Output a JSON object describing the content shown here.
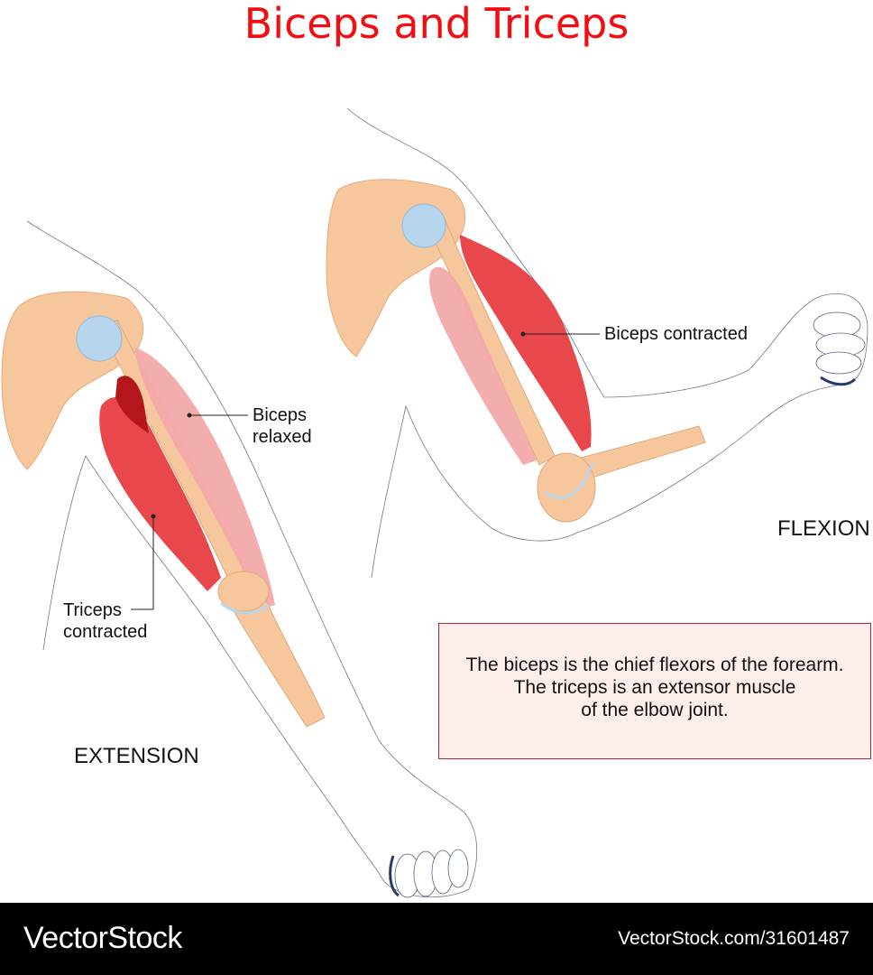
{
  "title": "Biceps and Triceps",
  "labels": {
    "biceps_relaxed": [
      "Biceps",
      "relaxed"
    ],
    "triceps_contracted": [
      "Triceps",
      "contracted"
    ],
    "biceps_contracted": "Biceps contracted"
  },
  "modes": {
    "extension": "EXTENSION",
    "flexion": "FLEXION"
  },
  "note": [
    "The biceps is the chief flexors of the forearm.",
    "The triceps is an extensor muscle",
    "of the elbow joint."
  ],
  "footer": {
    "brand": "VectorStock",
    "image_id": "VectorStock.com/31601487"
  },
  "colors": {
    "title": "#f20d12",
    "muscle_contracted": "#e8474c",
    "muscle_relaxed": "#f2a9a9",
    "bone": "#f6c79c",
    "joint": "#b7d6ee",
    "note_background": "#fdeeea",
    "note_border": "#b3262d",
    "footer_background": "#000000"
  }
}
